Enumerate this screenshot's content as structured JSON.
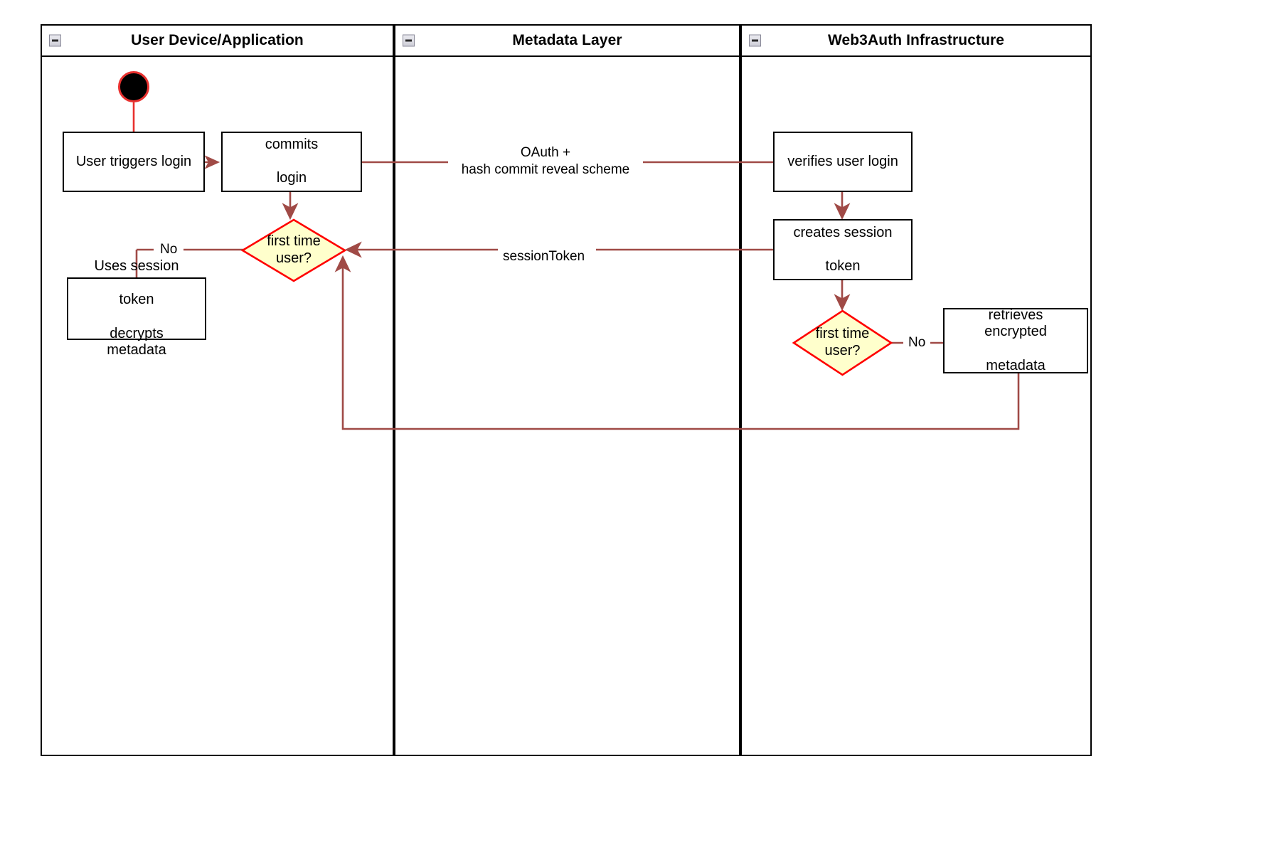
{
  "diagram": {
    "type": "swimlane-activity-diagram",
    "colors": {
      "connector": "#A04A46",
      "decision_fill": "#FFFFCC",
      "decision_border": "#FF0000",
      "process_fill": "#FFFFFF",
      "process_border": "#000000",
      "start_fill": "#000000",
      "start_ring": "#E8312F",
      "lane_border": "#000000",
      "background": "#FFFFFF"
    },
    "lanes": [
      {
        "id": "user-device",
        "title": "User Device/Application",
        "collapse_icon": "minus-box-icon"
      },
      {
        "id": "metadata-layer",
        "title": "Metadata Layer",
        "collapse_icon": "minus-box-icon"
      },
      {
        "id": "web3auth",
        "title": "Web3Auth Infrastructure",
        "collapse_icon": "minus-box-icon"
      }
    ],
    "nodes": {
      "start": {
        "kind": "start",
        "name": "start-node",
        "label": ""
      },
      "user_triggers_login": {
        "kind": "process",
        "label": "User triggers login"
      },
      "commits_login": {
        "kind": "process",
        "label": "commits\nlogin",
        "lines": [
          "commits",
          "login"
        ]
      },
      "first_time_user_left": {
        "kind": "decision",
        "label": "first time\nuser?",
        "lines": [
          "first time",
          "user?"
        ]
      },
      "uses_session_token": {
        "kind": "process",
        "label": "Uses session\ntoken\ndecrypts metadata",
        "lines": [
          "Uses session",
          "token",
          "decrypts metadata"
        ]
      },
      "verifies_user_login": {
        "kind": "process",
        "label": "verifies user login"
      },
      "creates_session_token": {
        "kind": "process",
        "label": "creates session\ntoken",
        "lines": [
          "creates session",
          "token"
        ]
      },
      "first_time_user_right": {
        "kind": "decision",
        "label": "first time\nuser?",
        "lines": [
          "first time",
          "user?"
        ]
      },
      "retrieves_encrypted_metadata": {
        "kind": "process",
        "label": "retrieves encrypted\nmetadata",
        "lines": [
          "retrieves encrypted",
          "metadata"
        ]
      }
    },
    "edge_labels": {
      "oauth": {
        "lines": [
          "OAuth +",
          "hash commit reveal scheme"
        ]
      },
      "session_token": {
        "text": "sessionToken"
      },
      "no_left": {
        "text": "No"
      },
      "no_right": {
        "text": "No"
      }
    }
  }
}
